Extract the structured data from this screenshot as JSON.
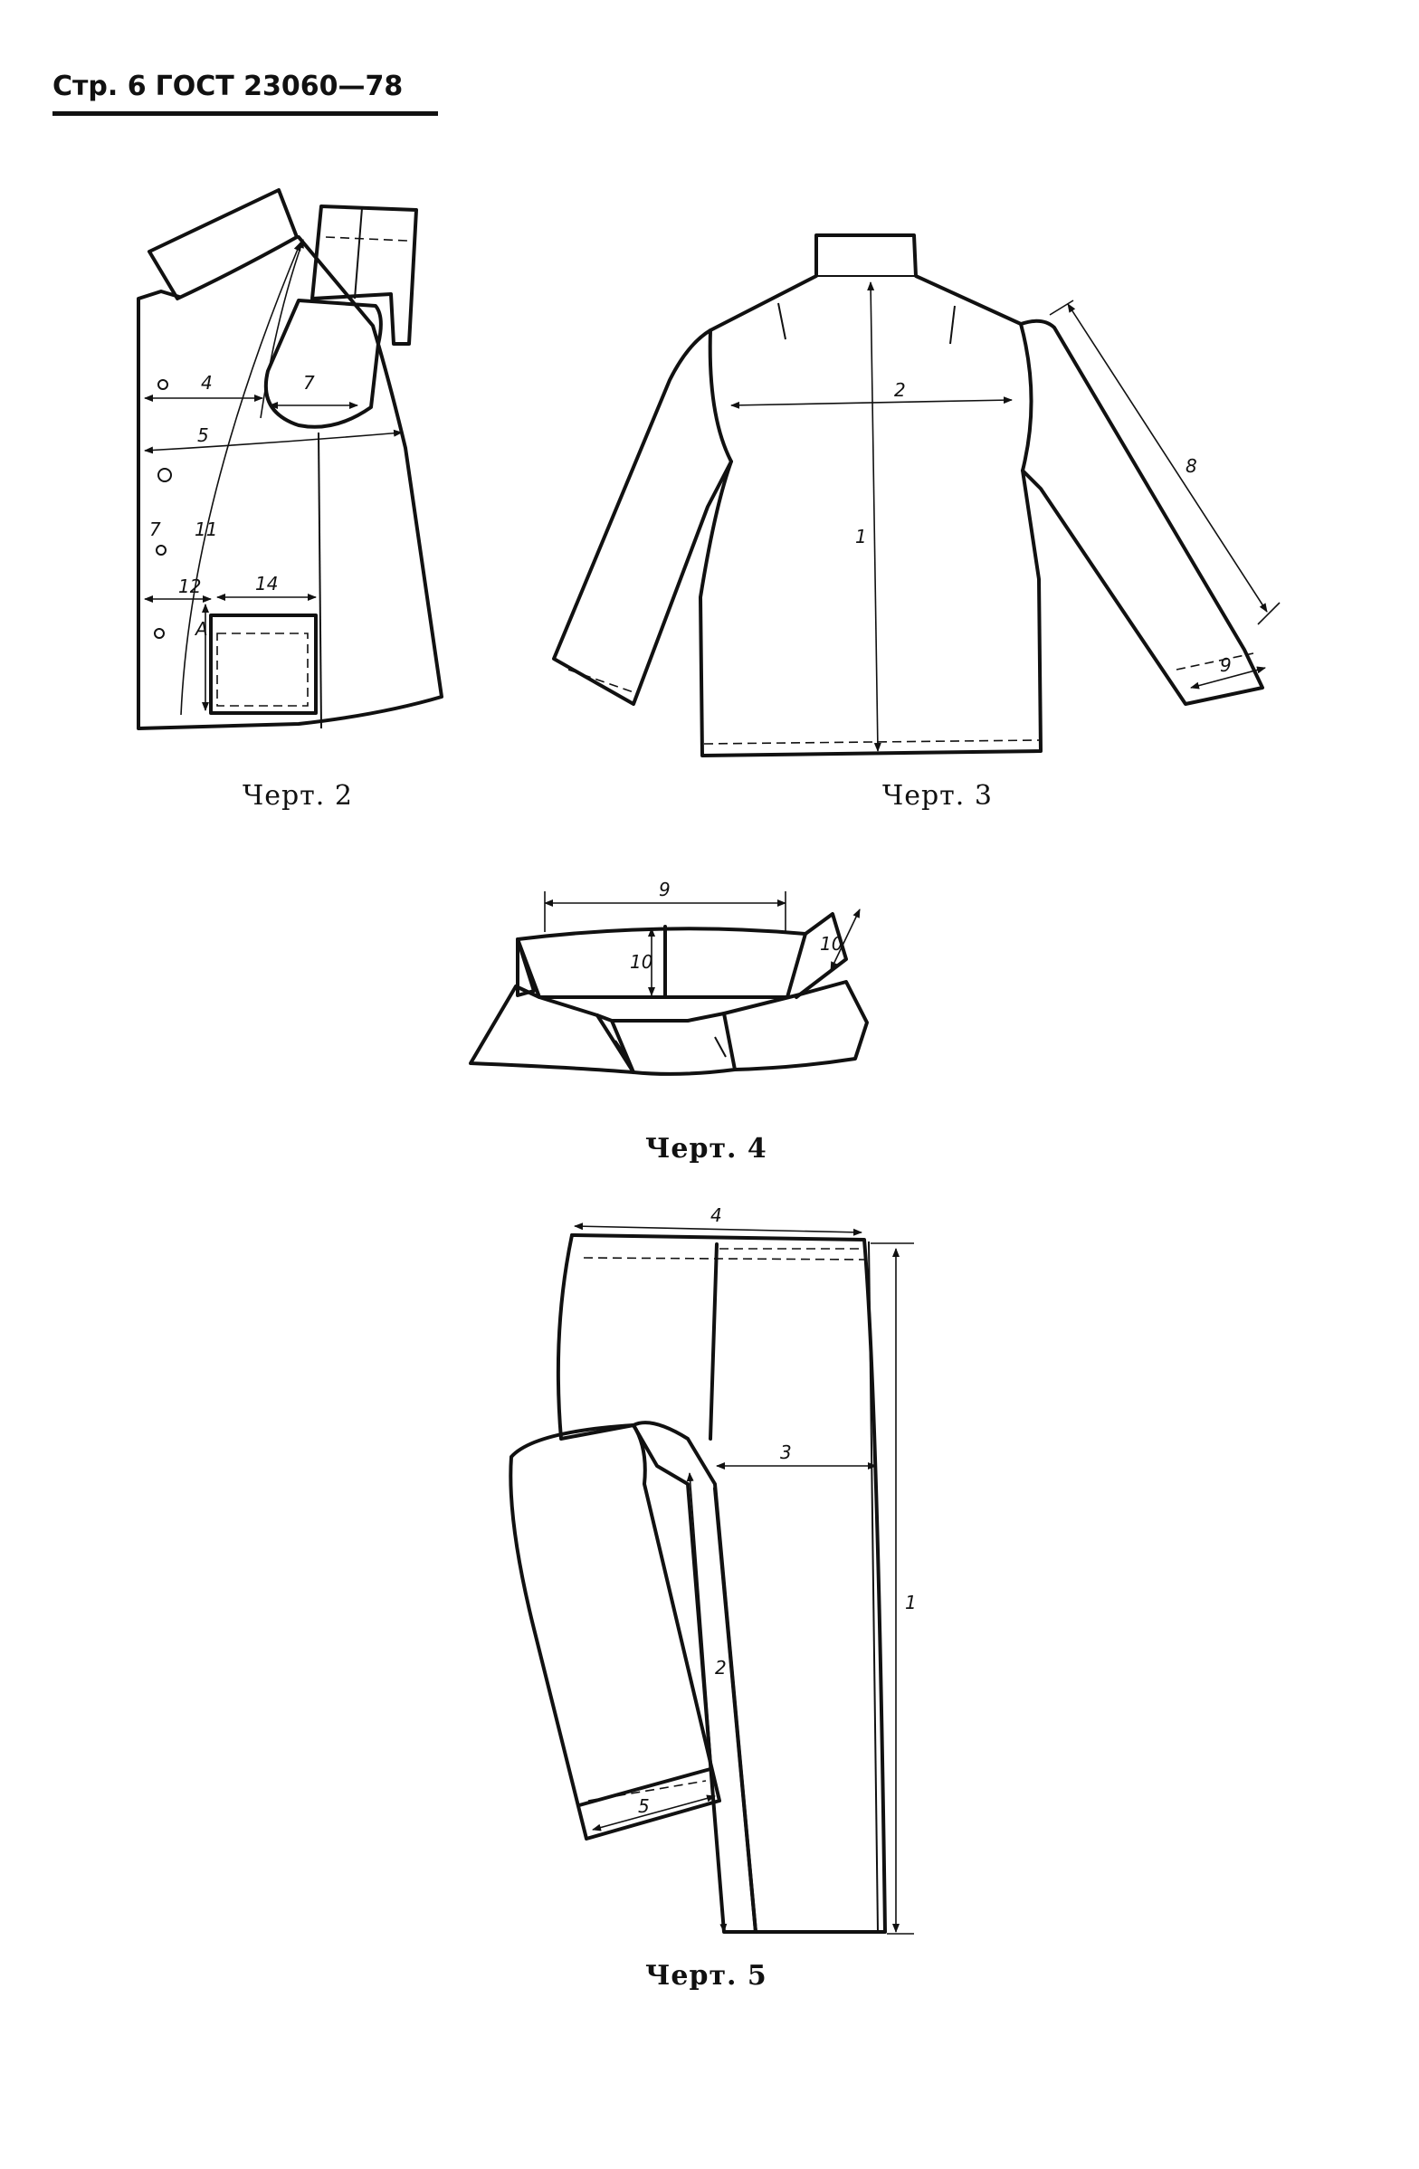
{
  "header": {
    "page_label": "Стр. 6",
    "standard": "ГОСТ 23060—78"
  },
  "figures": {
    "fig2": {
      "caption": "Черт. 2",
      "labels": [
        "4",
        "7",
        "5",
        "7",
        "11",
        "12",
        "14",
        "A"
      ]
    },
    "fig3": {
      "caption": "Черт. 3",
      "labels": [
        "2",
        "1",
        "8",
        "9"
      ]
    },
    "fig4": {
      "caption": "Черт. 4",
      "labels": [
        "9",
        "10",
        "10"
      ]
    },
    "fig5": {
      "caption": "Черт. 5",
      "labels": [
        "4",
        "3",
        "1",
        "2",
        "5"
      ]
    }
  }
}
